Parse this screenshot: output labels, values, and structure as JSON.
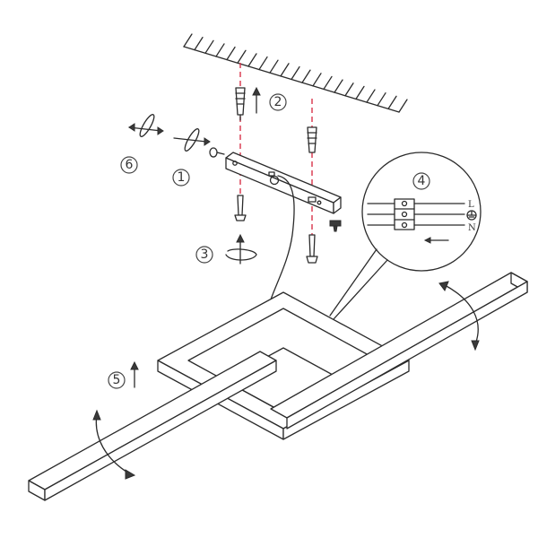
{
  "steps": [
    {
      "number": "1"
    },
    {
      "number": "2"
    },
    {
      "number": "3"
    },
    {
      "number": "4"
    },
    {
      "number": "5"
    },
    {
      "number": "6"
    }
  ],
  "wiring": {
    "live_label": "L",
    "neutral_label": "N",
    "earth_icon": "earth-ground-icon"
  },
  "colors": {
    "ink": "#2b2b2b",
    "guide_line": "#d8334a",
    "background": "#ffffff"
  }
}
